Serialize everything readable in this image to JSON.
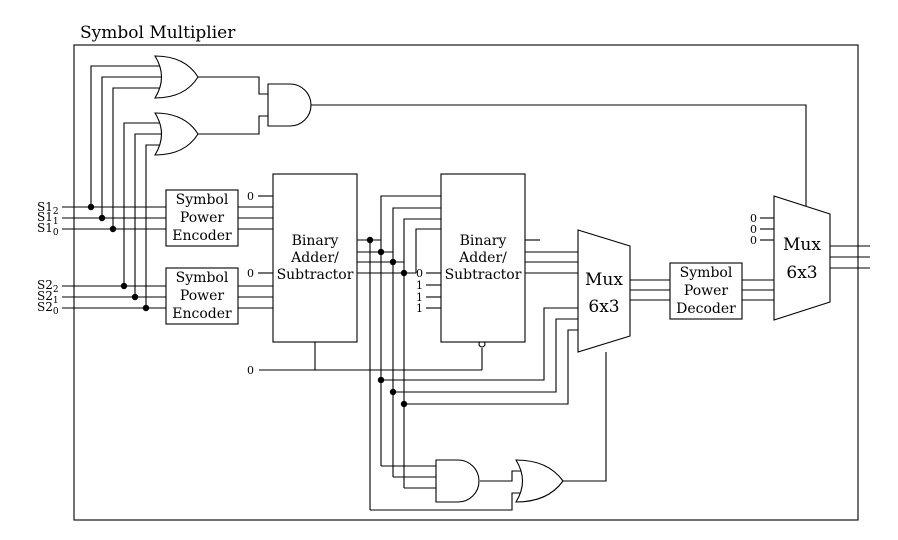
{
  "title": "Symbol Multiplier",
  "inputs": {
    "s1": [
      {
        "base": "S1",
        "sub": "2"
      },
      {
        "base": "S1",
        "sub": "1"
      },
      {
        "base": "S1",
        "sub": "0"
      }
    ],
    "s2": [
      {
        "base": "S2",
        "sub": "2"
      },
      {
        "base": "S2",
        "sub": "1"
      },
      {
        "base": "S2",
        "sub": "0"
      }
    ]
  },
  "blocks": {
    "encoder1": [
      "Symbol",
      "Power",
      "Encoder"
    ],
    "encoder2": [
      "Symbol",
      "Power",
      "Encoder"
    ],
    "adder1": [
      "Binary",
      "Adder/",
      "Subtractor"
    ],
    "adder2": [
      "Binary",
      "Adder/",
      "Subtractor"
    ],
    "mux1": [
      "Mux",
      "6x3"
    ],
    "decoder": [
      "Symbol",
      "Power",
      "Decoder"
    ],
    "mux2": [
      "Mux",
      "6x3"
    ]
  },
  "constants": {
    "adder1_top": "0",
    "adder1_mid": "0",
    "adder1_control": "0",
    "adder2_inputs": [
      "0",
      "1",
      "1",
      "1"
    ],
    "mux2_inputs": [
      "0",
      "0",
      "0"
    ]
  }
}
